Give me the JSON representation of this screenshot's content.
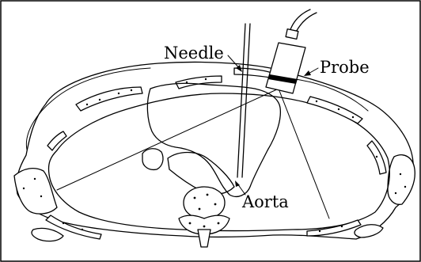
{
  "labels": {
    "needle": "Needle",
    "probe": "Probe",
    "aorta": "Aorta"
  },
  "colors": {
    "ink": "#000000",
    "paper": "#ffffff"
  }
}
